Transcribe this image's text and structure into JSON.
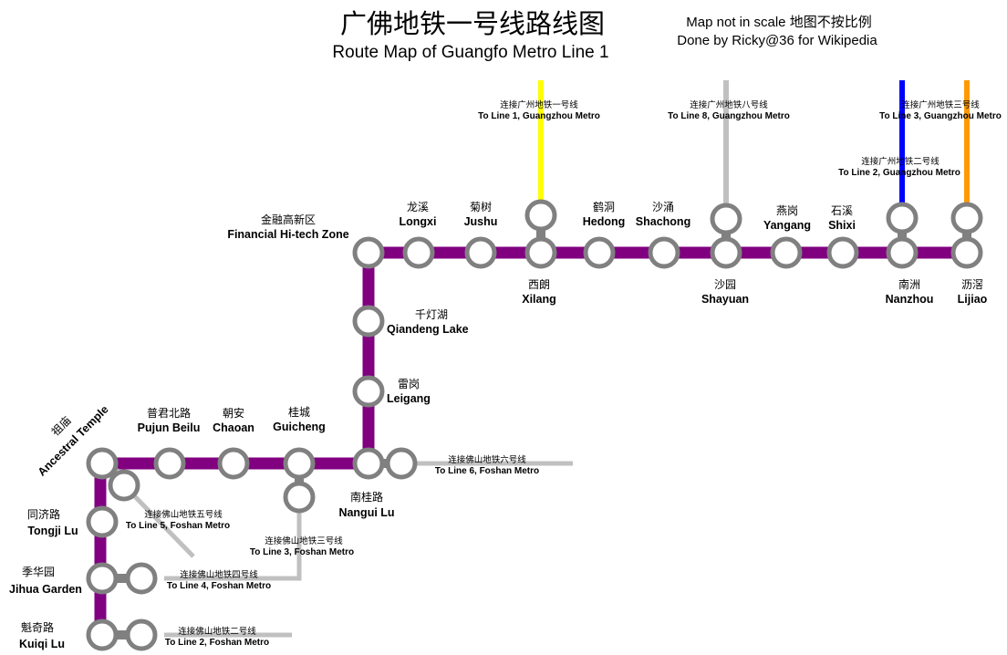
{
  "title_zh": "广佛地铁一号线路线图",
  "title_en": "Route Map of Guangfo Metro Line 1",
  "note_1": "Map not in scale 地图不按比例",
  "note_2": "Done by Ricky@36 for Wikipedia",
  "colors": {
    "line1": "#800080",
    "station_ring": "#808080",
    "transfer_gz1": "#ffff00",
    "transfer_gz2": "#0000ff",
    "transfer_gz3": "#ff9900",
    "transfer_gz8": "#c0c0c0",
    "transfer_foshan": "#c0c0c0"
  },
  "stations": [
    {
      "id": "kuiqi-lu",
      "zh": "魁奇路",
      "en": "Kuiqi Lu"
    },
    {
      "id": "jihua-garden",
      "zh": "季华园",
      "en": "Jihua Garden"
    },
    {
      "id": "tongji-lu",
      "zh": "同济路",
      "en": "Tongji Lu"
    },
    {
      "id": "ancestral-temple",
      "zh": "祖庙",
      "en": "Ancestral Temple"
    },
    {
      "id": "pujun-beilu",
      "zh": "普君北路",
      "en": "Pujun Beilu"
    },
    {
      "id": "chaoan",
      "zh": "朝安",
      "en": "Chaoan"
    },
    {
      "id": "guicheng",
      "zh": "桂城",
      "en": "Guicheng"
    },
    {
      "id": "nangui-lu",
      "zh": "南桂路",
      "en": "Nangui Lu"
    },
    {
      "id": "leigang",
      "zh": "雷岗",
      "en": "Leigang"
    },
    {
      "id": "qiandeng-lake",
      "zh": "千灯湖",
      "en": "Qiandeng Lake"
    },
    {
      "id": "financial-hitech-zone",
      "zh": "金融高新区",
      "en": "Financial Hi-tech Zone"
    },
    {
      "id": "longxi",
      "zh": "龙溪",
      "en": "Longxi"
    },
    {
      "id": "jushu",
      "zh": "菊树",
      "en": "Jushu"
    },
    {
      "id": "xilang",
      "zh": "西朗",
      "en": "Xilang"
    },
    {
      "id": "hedong",
      "zh": "鹤洞",
      "en": "Hedong"
    },
    {
      "id": "shachong",
      "zh": "沙涌",
      "en": "Shachong"
    },
    {
      "id": "shayuan",
      "zh": "沙园",
      "en": "Shayuan"
    },
    {
      "id": "yangang",
      "zh": "燕岗",
      "en": "Yangang"
    },
    {
      "id": "shixi",
      "zh": "石溪",
      "en": "Shixi"
    },
    {
      "id": "nanzhou",
      "zh": "南洲",
      "en": "Nanzhou"
    },
    {
      "id": "lijiao",
      "zh": "沥滘",
      "en": "Lijiao"
    }
  ],
  "transfers": [
    {
      "id": "gz1",
      "zh": "连接广州地铁一号线",
      "en": "To Line 1, Guangzhou Metro"
    },
    {
      "id": "gz8",
      "zh": "连接广州地铁八号线",
      "en": "To Line 8, Guangzhou Metro"
    },
    {
      "id": "gz3",
      "zh": "连接广州地铁三号线",
      "en": "To Line 3, Guangzhou Metro"
    },
    {
      "id": "gz2",
      "zh": "连接广州地铁二号线",
      "en": "To Line 2, Guangzhou Metro"
    },
    {
      "id": "fs6",
      "zh": "连接佛山地铁六号线",
      "en": "To Line 6, Foshan Metro"
    },
    {
      "id": "fs5",
      "zh": "连接佛山地铁五号线",
      "en": "To Line 5, Foshan Metro"
    },
    {
      "id": "fs3",
      "zh": "连接佛山地铁三号线",
      "en": "To Line 3, Foshan Metro"
    },
    {
      "id": "fs4",
      "zh": "连接佛山地铁四号线",
      "en": "To Line 4, Foshan Metro"
    },
    {
      "id": "fs2",
      "zh": "连接佛山地铁二号线",
      "en": "To Line 2, Foshan Metro"
    }
  ]
}
